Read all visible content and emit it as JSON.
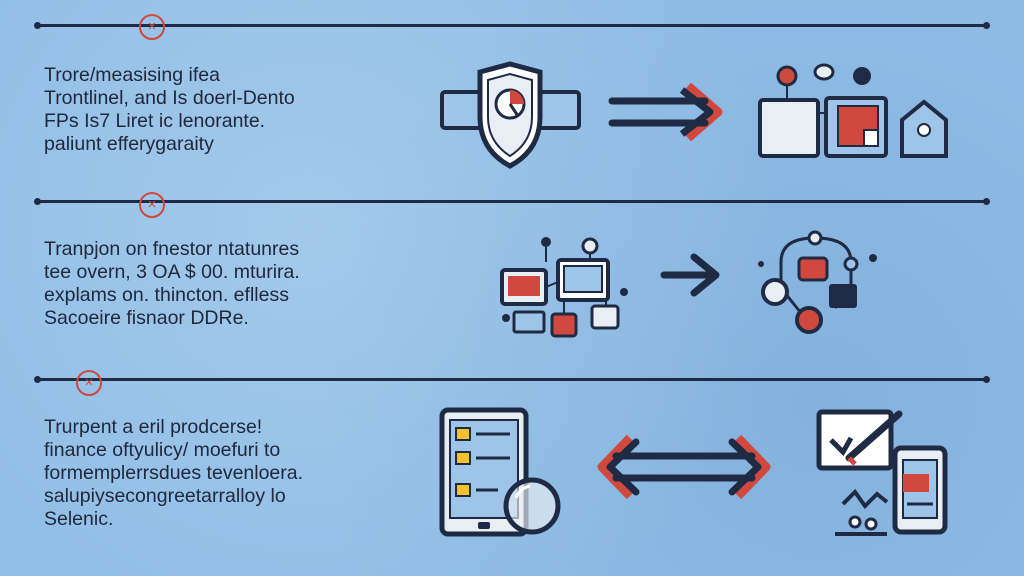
{
  "sections": [
    {
      "lines": [
        "Trore/measising ifea",
        "Trontlinel, and Is doerl-Dento",
        "FPs Is7 Liret ic lenorante.",
        "paliunt efferygaraity"
      ],
      "arrow": "right"
    },
    {
      "lines": [
        "Tranpjon on fnestor ntatunres",
        "tee overn, 3 OA $ 00. mturira.",
        "explams on. thincton. eflless",
        "Sacoeire fisnaor DDRe."
      ],
      "arrow": "right"
    },
    {
      "lines": [
        "Trurpent a eril prodcerse!",
        "finance oftyulicy/ moefuri to",
        "formemplerrsdues tevenloera.",
        "salupiysecongreetarralloy lo",
        "Selenic."
      ],
      "arrow": "double"
    }
  ],
  "colors": {
    "background": "#8fbde6",
    "ink": "#1f2a44",
    "accent_red": "#d0483e",
    "panel_light": "#e9eef5",
    "panel_blue": "#9ec4ea",
    "highlight_yellow": "#f2c230"
  },
  "icons": {
    "section1_left": "shield-chart-icon",
    "section1_right": "buildings-network-icon",
    "section2_left": "device-cluster-icon",
    "section2_right": "node-network-icon",
    "section3_left": "tablet-magnifier-icon",
    "section3_right": "phone-checklist-icon"
  }
}
